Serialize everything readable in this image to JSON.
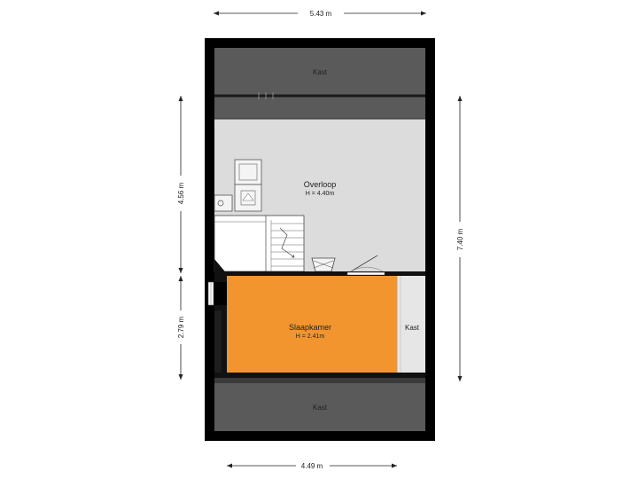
{
  "dimensions": {
    "top": "5.43 m",
    "bottom": "4.49 m",
    "left_upper": "4.56 m",
    "left_lower": "2.79 m",
    "right": "7.40 m"
  },
  "rooms": {
    "kast_top": {
      "name": "Kast"
    },
    "overloop": {
      "name": "Overloop",
      "height": "H = 4.40m"
    },
    "slaapkamer": {
      "name": "Slaapkamer",
      "height": "H = 2.41m"
    },
    "kast_side": {
      "name": "Kast"
    },
    "kast_bottom": {
      "name": "Kast"
    }
  },
  "colors": {
    "wall": "#000000",
    "eaves": "#595959",
    "overloop_floor": "#dcdcdc",
    "slaapkamer_floor": "#f2952f",
    "kast_side_floor": "#e6e6e6"
  }
}
